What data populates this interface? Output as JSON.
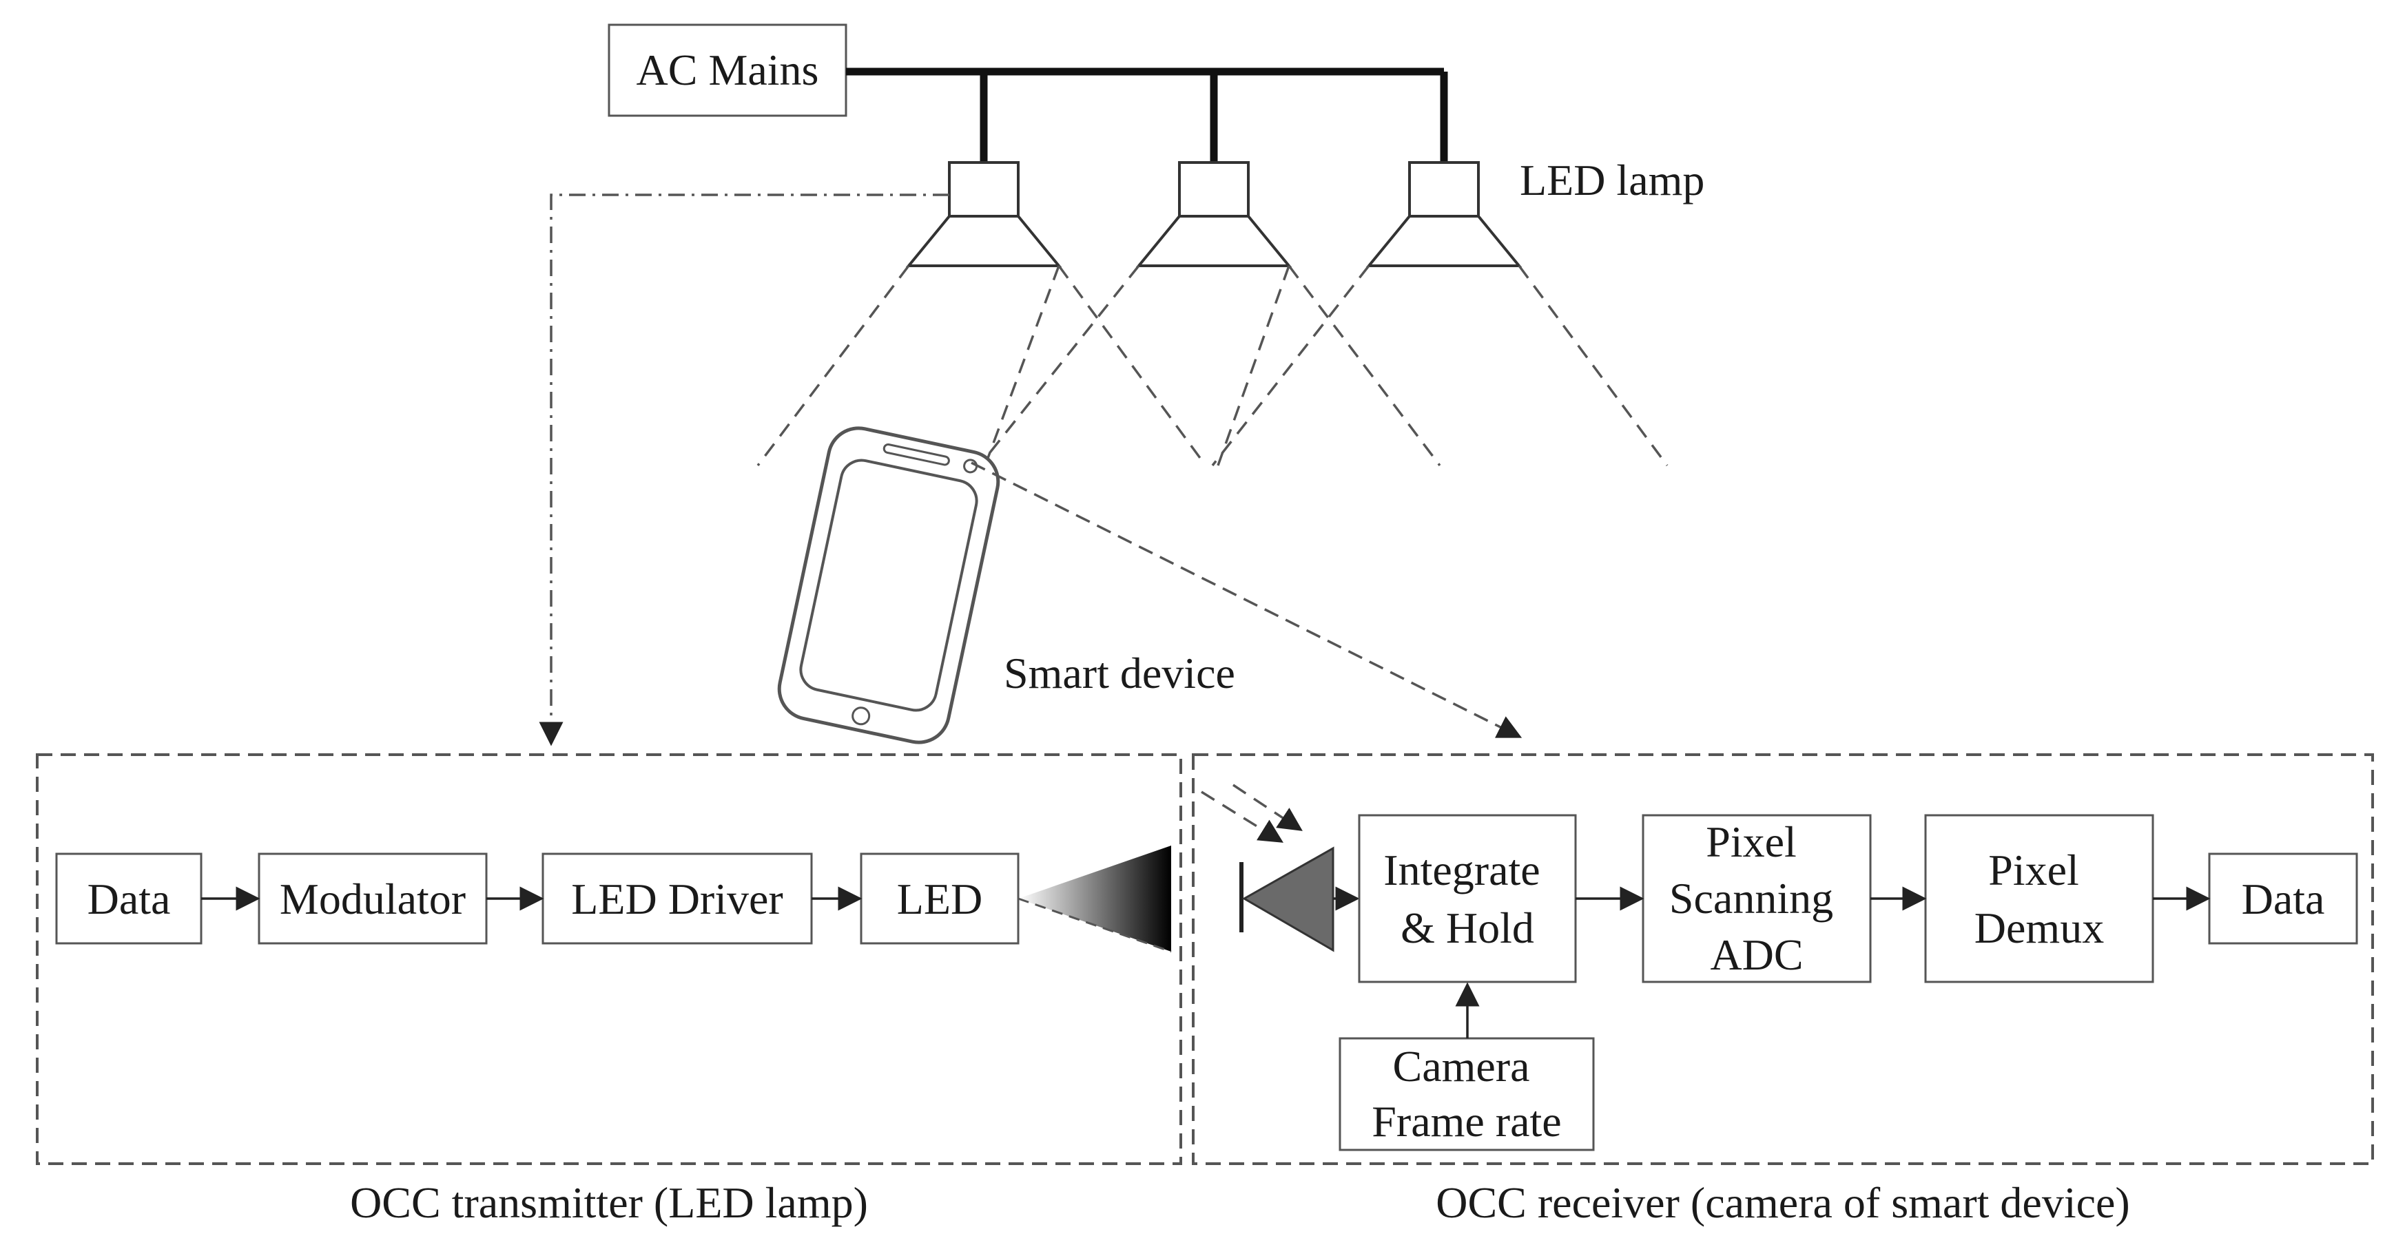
{
  "top": {
    "ac_mains": "AC Mains",
    "led_lamp": "LED lamp",
    "smart_device": "Smart device"
  },
  "transmitter": {
    "caption": "OCC transmitter (LED lamp)",
    "blocks": [
      "Data",
      "Modulator",
      "LED Driver",
      "LED"
    ]
  },
  "receiver": {
    "caption": "OCC receiver (camera of smart device)",
    "integrate_hold": [
      "Integrate",
      "& Hold"
    ],
    "pixel_scanning_adc": [
      "Pixel",
      "Scanning",
      "ADC"
    ],
    "pixel_demux": [
      "Pixel",
      "Demux"
    ],
    "data": "Data",
    "camera_frame_rate": [
      "Camera",
      "Frame rate"
    ]
  }
}
